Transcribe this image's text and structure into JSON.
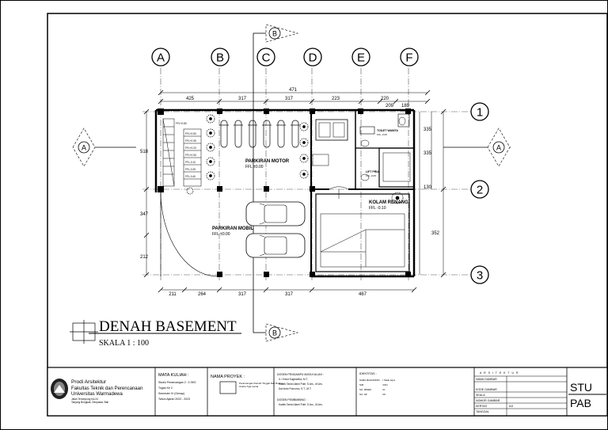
{
  "drawing": {
    "title": "DENAH BASEMENT",
    "scale": "SKALA 1 : 100",
    "grid_columns": [
      "A",
      "B",
      "C",
      "D",
      "E",
      "F"
    ],
    "grid_rows": [
      "1",
      "2",
      "3"
    ],
    "section_marks": [
      "A",
      "A",
      "B",
      "B"
    ],
    "dims_top": {
      "total": "471",
      "segments": [
        "425",
        "317",
        "317",
        "223",
        "220",
        "209",
        "189"
      ]
    },
    "dims_bottom": [
      "211",
      "264",
      "317",
      "317",
      "467"
    ],
    "dims_left": [
      "518",
      "347",
      "212"
    ],
    "dims_right": [
      "335",
      "335",
      "130",
      "352"
    ],
    "rooms": {
      "parking_motor": {
        "name": "PARKIRAN MOTOR",
        "level": "FFL ±0.00"
      },
      "parking_car": {
        "name": "PARKIRAN MOBIL",
        "level": "FFL ±0.00"
      },
      "pool": {
        "name": "KOLAM RENANG",
        "level": "FFL -0.10"
      },
      "toilet": {
        "name": "TOILET WANITA",
        "level": "FFL -0.05"
      },
      "lift": {
        "name": "LIFT PRIA",
        "level": "FFL -0.05"
      }
    },
    "stair_levels": [
      "FFL+0.80",
      "FFL+0.50",
      "FFL+0.35",
      "FFL+0.20",
      "FFL+0.05",
      "FFL-0.10",
      "FFL-0.25",
      "FFL-0.40"
    ]
  },
  "title_block": {
    "institution": [
      "Prodi Arsitektur",
      "Fakultas Teknik dan Perencanaan",
      "Universitas Warmadewa"
    ],
    "address": [
      "Jalan Terompong No.24",
      "Tanjung Bungkak, Denpasar, Bali"
    ],
    "course_label": "MATA KULIAH :",
    "course_lines": [
      "Studio Perancangan 2 : 3 SKS",
      "Tugas Ke 2",
      "Semester IV (Genap)",
      "Tahun Ajaran 2022 - 2023"
    ],
    "project_label": "NAMA PROYEK :",
    "project_lines": [
      "Perancangan Rumah Tinggal Dan Ruang",
      "Usaha Tiga Lantai"
    ],
    "lecturers_label": "DOSEN PENGAMPU MATA KULIAH :",
    "lecturers": [
      "Ir. I Ketut Sugihartha, M.T.",
      "Kadek Tania Utami Putri, S.Ars., M.Ars.",
      "Dwi Anto Purnomo, S.T., M.T."
    ],
    "advisor_label": "DOSEN PEMBIMBING :",
    "advisor": "Kadek Tania Utami Putri, S.Ars., M.Ars.",
    "identity_label": "IDENTITAS :",
    "identity_fields": [
      "NAMA MAHASISWA",
      "NIM",
      "NO. ABSEN",
      "NO. HP"
    ],
    "identity_values": [
      ": I Made Agus ",
      ": 2021",
      ": 01",
      ": 08"
    ],
    "right_header": "A R S I T E K T U R",
    "right_fields": [
      "NAMA GAMBAR",
      "KODE GAMBAR",
      "SKALA",
      "NOMOR GAMBAR",
      "KERTAS",
      "TANGGAL"
    ],
    "paper": "A3",
    "logo": {
      "line1": "STU",
      "line2": "PAB"
    }
  }
}
